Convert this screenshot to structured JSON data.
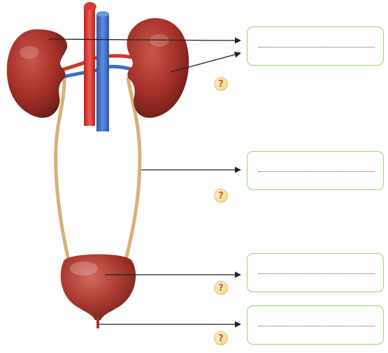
{
  "diagram": {
    "labels": [
      {
        "id": "kidney",
        "answer": ""
      },
      {
        "id": "ureter",
        "answer": ""
      },
      {
        "id": "bladder",
        "answer": ""
      },
      {
        "id": "urethra",
        "answer": ""
      }
    ],
    "hint_symbol": "?",
    "colors": {
      "box_border": "#9bd17c",
      "organ": "#a8322a",
      "artery": "#d83a34",
      "vein": "#3b6fc4",
      "ureter": "#d9b07a",
      "hint_text": "#d4522a"
    }
  }
}
